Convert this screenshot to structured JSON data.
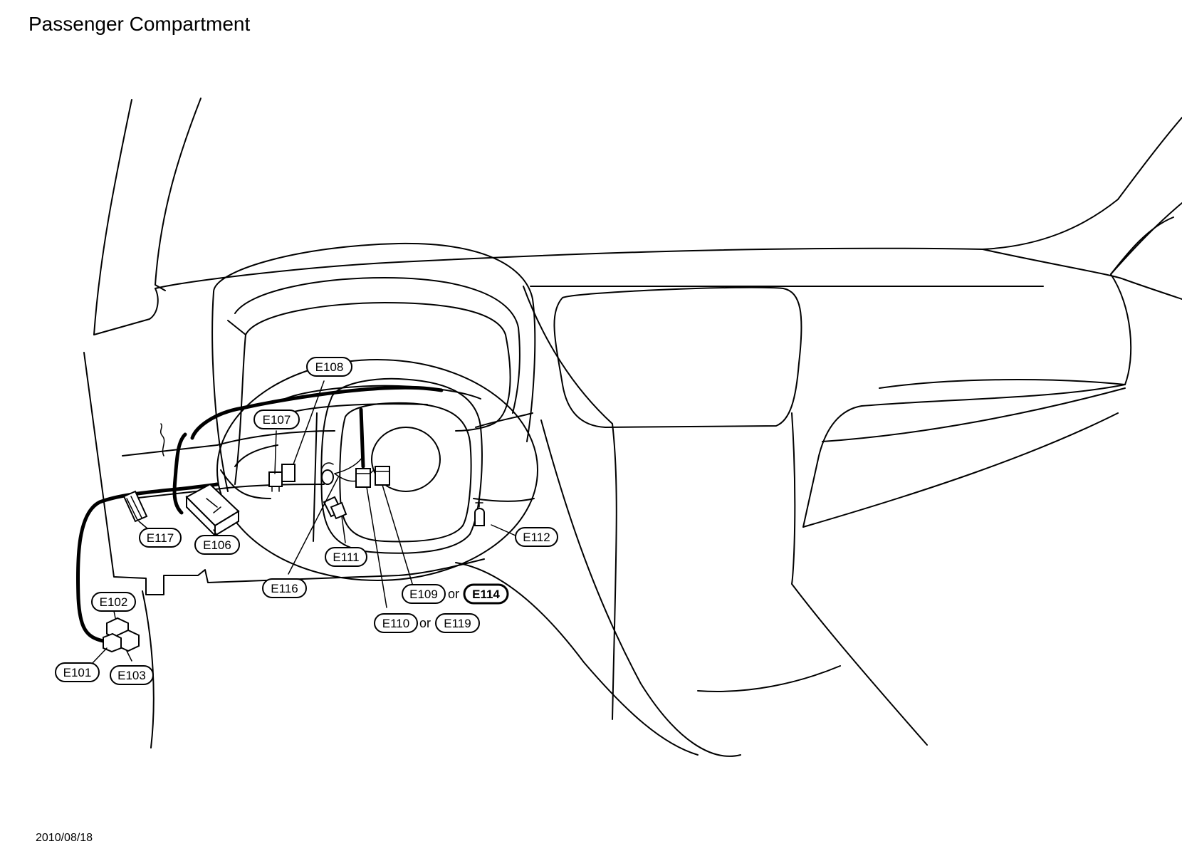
{
  "title": "Passenger Compartment",
  "date": "2010/08/18",
  "or_word": "or",
  "labels": {
    "e101": "E101",
    "e102": "E102",
    "e103": "E103",
    "e106": "E106",
    "e107": "E107",
    "e108": "E108",
    "e109": "E109",
    "e110": "E110",
    "e111": "E111",
    "e112": "E112",
    "e114": "E114",
    "e116": "E116",
    "e117": "E117",
    "e119": "E119"
  }
}
